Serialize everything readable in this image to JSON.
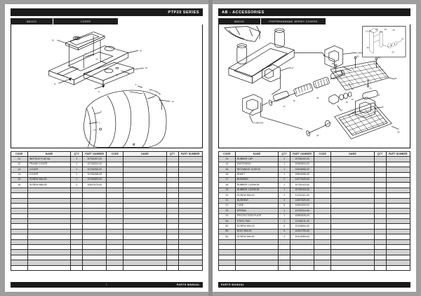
{
  "document": {
    "type": "parts-manual-spread",
    "background_color": "#9e9e9e",
    "page_color": "#ffffff",
    "bar_color": "#1a1a1a"
  },
  "left_page": {
    "header_title": "PTP20 SERIES",
    "subbar": {
      "code": "AB1122",
      "description": "COVER"
    },
    "table": {
      "headers": [
        "CODE",
        "NAME",
        "QTY",
        "PART NUMBER",
        "CODE",
        "NAME",
        "QTY",
        "PART NUMBER"
      ],
      "rows": [
        {
          "code": "11",
          "name": "INSTRUCT DECAL",
          "qty": "1",
          "pn": "10726267-00"
        },
        {
          "code": "12",
          "name": "FRAME COVER",
          "qty": "1",
          "pn": "10726264-00"
        },
        {
          "code": "13",
          "name": "COVER",
          "qty": "1",
          "pn": "10726266-00"
        },
        {
          "code": "14",
          "name": "COVER",
          "qty": "1",
          "pn": "10726268-00"
        },
        {
          "code": "15",
          "name": "SCREW M6×30",
          "qty": "1",
          "pn": "10745389-00"
        },
        {
          "code": "16",
          "name": "SCREW M8×25",
          "qty": "2",
          "pn": "10537675-00"
        }
      ],
      "empty_rows": 16
    },
    "footer": {
      "page_number": "1",
      "mark": "PARTS MANUAL"
    }
  },
  "right_page": {
    "header_title": "AB - ACCESSORIES",
    "subbar": {
      "code": "AB4101",
      "description": "PORTBRANDMAN JERSEY COVERS"
    },
    "table": {
      "headers": [
        "CODE",
        "NAME",
        "QTY",
        "PART NUMBER",
        "CODE",
        "NAME",
        "QTY",
        "PART NUMBER"
      ],
      "rows": [
        {
          "code": "13",
          "name": "RUBBER CAP",
          "qty": "1",
          "pn": "10728100-00"
        },
        {
          "code": "14",
          "name": "FASTENING",
          "qty": "1",
          "pn": "10953834-00"
        },
        {
          "code": "15",
          "name": "RETAINING SLEEVE",
          "qty": "1",
          "pn": "10943655-00"
        },
        {
          "code": "16",
          "name": "SHAFT",
          "qty": "1",
          "pn": "10504255-00"
        },
        {
          "code": "17",
          "name": "BUSHING",
          "qty": "2",
          "pn": "11077629-00"
        },
        {
          "code": "18",
          "name": "RUBBER CUSHION",
          "qty": "1",
          "pn": "10726103-00"
        },
        {
          "code": "19",
          "name": "RUBBER CUSHION",
          "qty": "1",
          "pn": "10726104-00"
        },
        {
          "code": "20",
          "name": "SCREW M5×30",
          "qty": "2",
          "pn": "11233161-00"
        },
        {
          "code": "21",
          "name": "BUSHING",
          "qty": "2",
          "pn": "11607629-00"
        },
        {
          "code": "22",
          "name": "TUBE",
          "qty": "6",
          "pn": "10594099-00"
        },
        {
          "code": "23",
          "name": "SPRING",
          "qty": "1",
          "pn": "10726114-00"
        },
        {
          "code": "24",
          "name": "PROTECTION PLATE",
          "qty": "1",
          "pn": "10563535-00"
        },
        {
          "code": "26",
          "name": "STEEL PAD",
          "qty": "1",
          "pn": "11236011-00"
        },
        {
          "code": "82",
          "name": "SCREW M5×15",
          "qty": "5",
          "pn": "10249694-00"
        },
        {
          "code": "83",
          "name": "BOLT M6×15",
          "qty": "4",
          "pn": "10151709-00"
        },
        {
          "code": "84",
          "name": "SCREW M6×30",
          "qty": "4",
          "pn": "10313989-00"
        }
      ],
      "empty_rows": 6
    },
    "footer": {
      "page_number": "",
      "mark": "PARTS MANUAL"
    }
  }
}
